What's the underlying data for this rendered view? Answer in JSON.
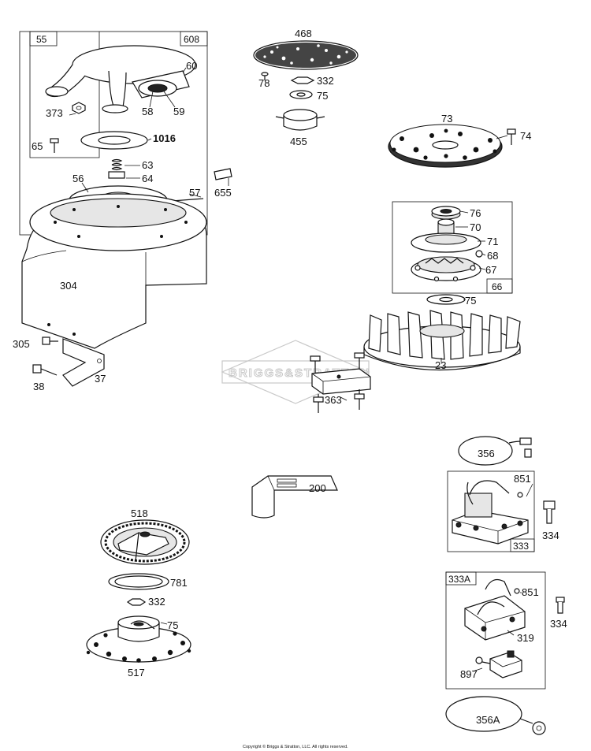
{
  "diagram": {
    "watermark": "BRIGGS&STRATTON",
    "copyright": "Copyright © Briggs & Stratton, LLC. All rights reserved.",
    "groups": {
      "rewind_starter": "608",
      "starter_housing": "55",
      "flywheel_clutch": "66",
      "armature_333": "333",
      "armature_333a": "333A"
    },
    "parts": {
      "p468": "468",
      "p78": "78",
      "p332a": "332",
      "p75a": "75",
      "p455": "455",
      "p73": "73",
      "p74": "74",
      "p60": "60",
      "p373": "373",
      "p58": "58",
      "p59": "59",
      "p1016": "1016",
      "p65": "65",
      "p63": "63",
      "p64": "64",
      "p56": "56",
      "p57": "57",
      "p655": "655",
      "p304": "304",
      "p305": "305",
      "p38": "38",
      "p37": "37",
      "p76": "76",
      "p70": "70",
      "p71": "71",
      "p68": "68",
      "p67": "67",
      "p75b": "75",
      "p23": "23",
      "p363": "363",
      "p356": "356",
      "p200": "200",
      "p851a": "851",
      "p334a": "334",
      "p518": "518",
      "p781": "781",
      "p332b": "332",
      "p75c": "75",
      "p517": "517",
      "p851b": "851",
      "p334b": "334",
      "p319": "319",
      "p897": "897",
      "p356a": "356A"
    }
  }
}
